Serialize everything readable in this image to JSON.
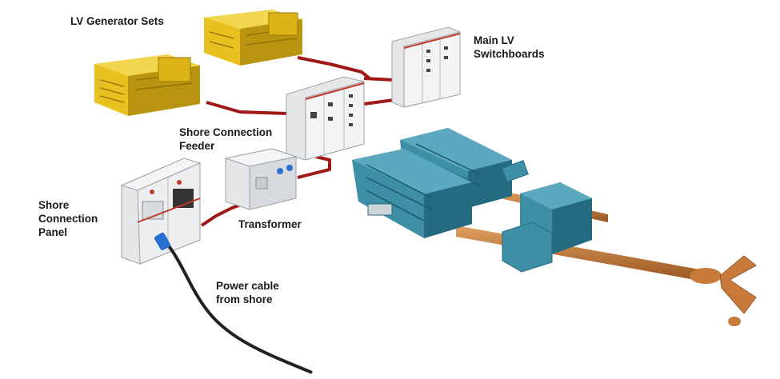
{
  "labels": {
    "lv_generator_sets": "LV Generator Sets",
    "main_lv_switchboards": "Main LV\nSwitchboards",
    "shore_connection_feeder": "Shore Connection\nFeeder",
    "shore_connection_panel": "Shore\nConnection\nPanel",
    "transformer": "Transformer",
    "power_cable": "Power cable\nfrom shore"
  },
  "colors": {
    "generator": "#e8c020",
    "generator_dark": "#b89410",
    "cabinet": "#e4e6e8",
    "cabinet_dark": "#b8bcc0",
    "cable": "#a01818",
    "engine": "#3d8fa6",
    "engine_dark": "#246a80",
    "shaft": "#c77a3a",
    "shore_cable": "#222222",
    "plug": "#2a6fd0"
  }
}
